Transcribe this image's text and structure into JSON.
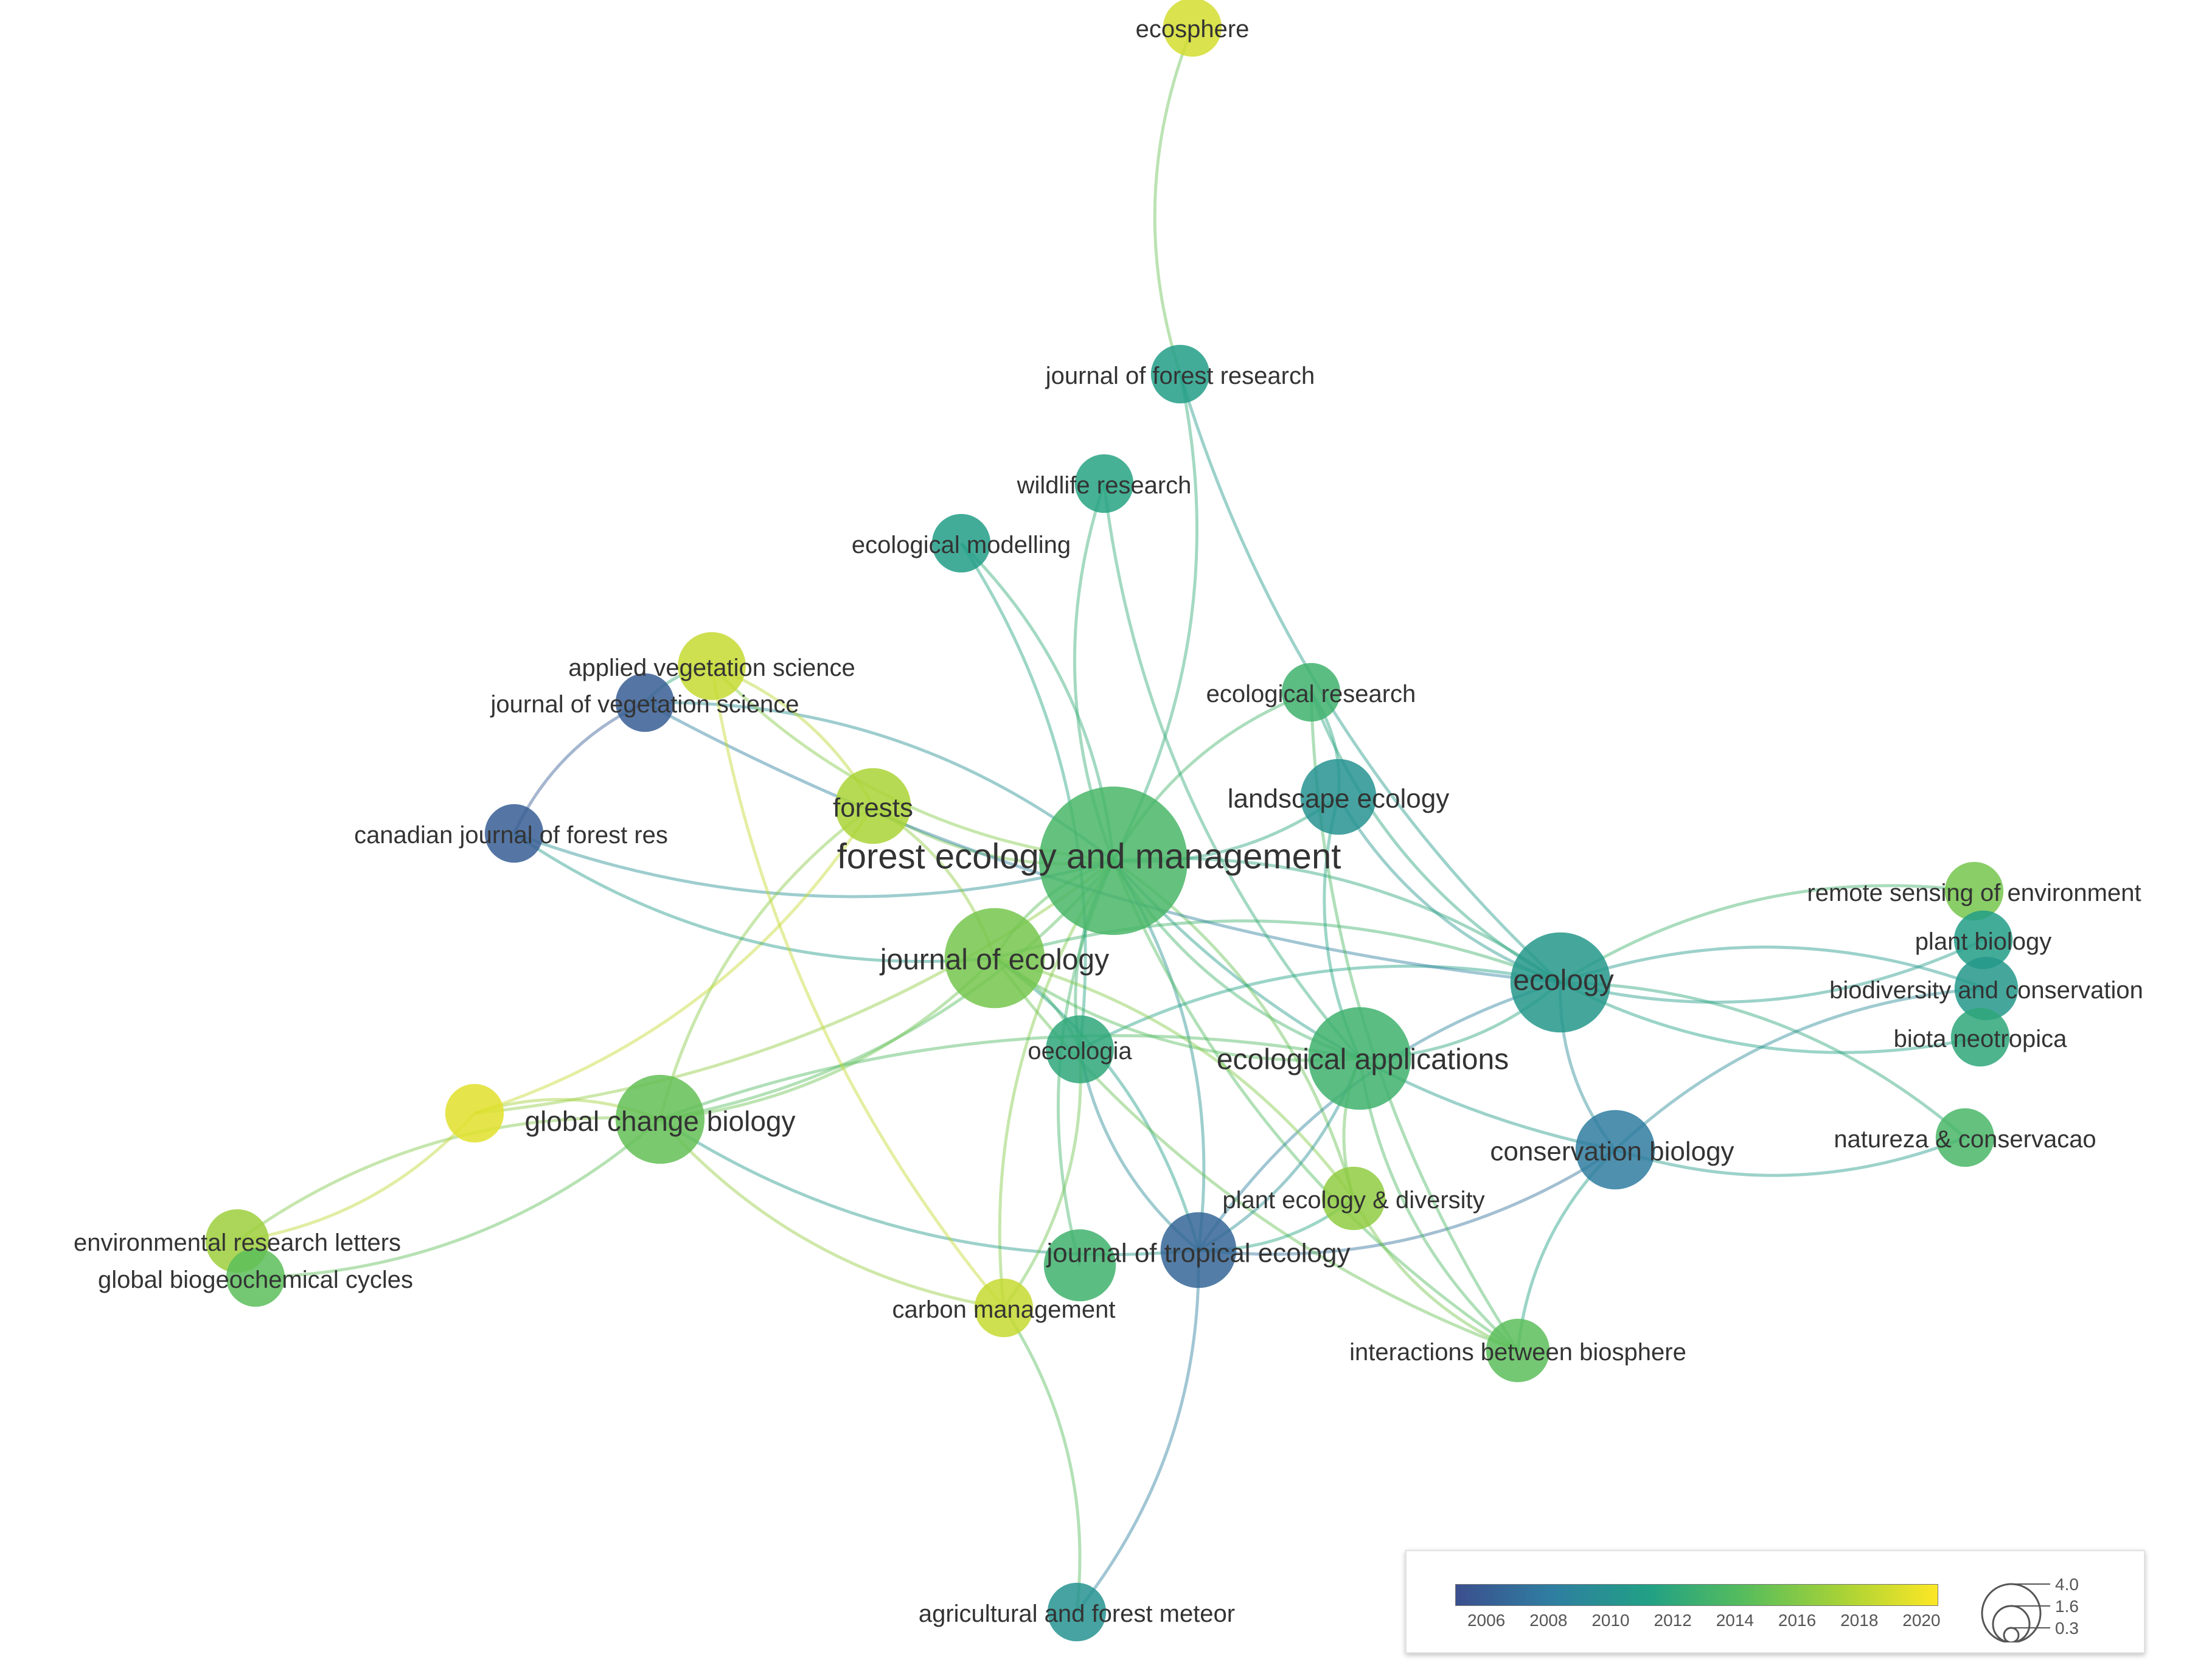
{
  "colors": {
    "scale": [
      "#3b4f8e",
      "#2f7ea1",
      "#21a085",
      "#57bd5c",
      "#a7d237",
      "#fde725"
    ],
    "edge_default": "#8fd3b8",
    "label": "#333333"
  },
  "nodes": [
    {
      "id": "forest-ecology-and-management",
      "label": "forest ecology and management",
      "year": 2013.5,
      "weight": 4.0
    },
    {
      "id": "journal-of-ecology",
      "label": "journal of ecology",
      "year": 2015.5,
      "weight": 1.6
    },
    {
      "id": "ecology",
      "label": "ecology",
      "year": 2010.5,
      "weight": 1.6
    },
    {
      "id": "ecological-applications",
      "label": "ecological applications",
      "year": 2013.0,
      "weight": 1.7
    },
    {
      "id": "global-change-biology",
      "label": "global change biology",
      "year": 2014.8,
      "weight": 1.2
    },
    {
      "id": "conservation-biology",
      "label": "conservation biology",
      "year": 2008.0,
      "weight": 0.9
    },
    {
      "id": "journal-of-tropical-ecology",
      "label": "journal of tropical ecology",
      "year": 2006.5,
      "weight": 0.8
    },
    {
      "id": "landscape-ecology",
      "label": "landscape ecology",
      "year": 2010.0,
      "weight": 0.8
    },
    {
      "id": "forests",
      "label": "forests",
      "year": 2017.5,
      "weight": 0.8
    },
    {
      "id": "oecologia",
      "label": "oecologia",
      "year": 2012.0,
      "weight": 0.6
    },
    {
      "id": "plant-ecology-and-diversity",
      "label": "plant ecology & diversity",
      "year": 2016.5,
      "weight": 0.5
    },
    {
      "id": "interactions-between-biosphere",
      "label": "interactions between biosphere",
      "year": 2014.5,
      "weight": 0.5
    },
    {
      "id": "journal-of-tropical-ecology-2",
      "label": "",
      "year": 2013.0,
      "weight": 0.7
    },
    {
      "id": "carbon-management",
      "label": "carbon management",
      "year": 2018.5,
      "weight": 0.4
    },
    {
      "id": "environmental-research-letters",
      "label": "environmental research letters",
      "year": 2017.0,
      "weight": 0.5
    },
    {
      "id": "global-biogeochemical-cycles",
      "label": "global biogeochemical cycles",
      "year": 2014.5,
      "weight": 0.4
    },
    {
      "id": "env-dot",
      "label": "",
      "year": 2019.5,
      "weight": 0.4
    },
    {
      "id": "canadian-journal-of-forest-res",
      "label": "canadian journal of forest res",
      "year": 2006.0,
      "weight": 0.4
    },
    {
      "id": "journal-of-vegetation-science",
      "label": "journal of vegetation science",
      "year": 2006.0,
      "weight": 0.4
    },
    {
      "id": "applied-vegetation-science",
      "label": "applied vegetation science",
      "year": 2018.5,
      "weight": 0.6
    },
    {
      "id": "ecological-research",
      "label": "ecological research",
      "year": 2013.0,
      "weight": 0.4
    },
    {
      "id": "ecological-modelling",
      "label": "ecological modelling",
      "year": 2011.0,
      "weight": 0.4
    },
    {
      "id": "wildlife-research",
      "label": "wildlife research",
      "year": 2011.5,
      "weight": 0.4
    },
    {
      "id": "journal-of-forest-research",
      "label": "journal of forest research",
      "year": 2011.0,
      "weight": 0.4
    },
    {
      "id": "ecosphere",
      "label": "ecosphere",
      "year": 2019.0,
      "weight": 0.4
    },
    {
      "id": "remote-sensing-of-environment",
      "label": "remote sensing of environment",
      "year": 2015.5,
      "weight": 0.4
    },
    {
      "id": "plant-biology",
      "label": "plant biology",
      "year": 2011.0,
      "weight": 0.4
    },
    {
      "id": "biodiversity-and-conservation",
      "label": "biodiversity and conservation",
      "year": 2010.5,
      "weight": 0.5
    },
    {
      "id": "biota-neotropica",
      "label": "biota neotropica",
      "year": 2012.0,
      "weight": 0.4
    },
    {
      "id": "natureza-and-conservacao",
      "label": "natureza & conservacao",
      "year": 2013.5,
      "weight": 0.4
    },
    {
      "id": "agricultural-and-forest-meteor",
      "label": "agricultural and forest meteor",
      "year": 2010.0,
      "weight": 0.4
    }
  ],
  "edges": [
    [
      "forest-ecology-and-management",
      "journal-of-ecology"
    ],
    [
      "forest-ecology-and-management",
      "ecology"
    ],
    [
      "forest-ecology-and-management",
      "ecological-applications"
    ],
    [
      "forest-ecology-and-management",
      "global-change-biology"
    ],
    [
      "forest-ecology-and-management",
      "conservation-biology"
    ],
    [
      "forest-ecology-and-management",
      "journal-of-tropical-ecology"
    ],
    [
      "forest-ecology-and-management",
      "landscape-ecology"
    ],
    [
      "forest-ecology-and-management",
      "forests"
    ],
    [
      "forest-ecology-and-management",
      "oecologia"
    ],
    [
      "forest-ecology-and-management",
      "plant-ecology-and-diversity"
    ],
    [
      "forest-ecology-and-management",
      "interactions-between-biosphere"
    ],
    [
      "forest-ecology-and-management",
      "ecological-research"
    ],
    [
      "forest-ecology-and-management",
      "ecological-modelling"
    ],
    [
      "forest-ecology-and-management",
      "wildlife-research"
    ],
    [
      "forest-ecology-and-management",
      "journal-of-forest-research"
    ],
    [
      "forest-ecology-and-management",
      "canadian-journal-of-forest-res"
    ],
    [
      "forest-ecology-and-management",
      "journal-of-vegetation-science"
    ],
    [
      "forest-ecology-and-management",
      "applied-vegetation-science"
    ],
    [
      "forest-ecology-and-management",
      "carbon-management"
    ],
    [
      "forest-ecology-and-management",
      "env-dot"
    ],
    [
      "forest-ecology-and-management",
      "journal-of-tropical-ecology-2"
    ],
    [
      "journal-of-forest-research",
      "ecosphere"
    ],
    [
      "journal-of-forest-research",
      "ecology"
    ],
    [
      "ecology",
      "remote-sensing-of-environment"
    ],
    [
      "ecology",
      "plant-biology"
    ],
    [
      "ecology",
      "biodiversity-and-conservation"
    ],
    [
      "ecology",
      "biota-neotropica"
    ],
    [
      "ecology",
      "natureza-and-conservacao"
    ],
    [
      "ecology",
      "conservation-biology"
    ],
    [
      "ecology",
      "landscape-ecology"
    ],
    [
      "ecology",
      "journal-of-ecology"
    ],
    [
      "ecology",
      "ecological-applications"
    ],
    [
      "ecology",
      "journal-of-tropical-ecology"
    ],
    [
      "ecology",
      "ecological-research"
    ],
    [
      "ecology",
      "oecologia"
    ],
    [
      "conservation-biology",
      "biodiversity-and-conservation"
    ],
    [
      "conservation-biology",
      "natureza-and-conservacao"
    ],
    [
      "conservation-biology",
      "journal-of-tropical-ecology"
    ],
    [
      "conservation-biology",
      "interactions-between-biosphere"
    ],
    [
      "journal-of-ecology",
      "global-change-biology"
    ],
    [
      "journal-of-ecology",
      "forests"
    ],
    [
      "journal-of-ecology",
      "oecologia"
    ],
    [
      "journal-of-ecology",
      "ecological-applications"
    ],
    [
      "journal-of-ecology",
      "journal-of-tropical-ecology"
    ],
    [
      "journal-of-ecology",
      "interactions-between-biosphere"
    ],
    [
      "journal-of-ecology",
      "plant-ecology-and-diversity"
    ],
    [
      "global-change-biology",
      "environmental-research-letters"
    ],
    [
      "global-change-biology",
      "global-biogeochemical-cycles"
    ],
    [
      "global-change-biology",
      "env-dot"
    ],
    [
      "global-change-biology",
      "ecological-applications"
    ],
    [
      "global-change-biology",
      "journal-of-tropical-ecology"
    ],
    [
      "global-change-biology",
      "forests"
    ],
    [
      "global-change-biology",
      "carbon-management"
    ],
    [
      "env-dot",
      "environmental-research-letters"
    ],
    [
      "env-dot",
      "forests"
    ],
    [
      "canadian-journal-of-forest-res",
      "journal-of-vegetation-science"
    ],
    [
      "canadian-journal-of-forest-res",
      "journal-of-ecology"
    ],
    [
      "journal-of-vegetation-science",
      "applied-vegetation-science"
    ],
    [
      "journal-of-vegetation-science",
      "ecology"
    ],
    [
      "applied-vegetation-science",
      "forests"
    ],
    [
      "applied-vegetation-science",
      "carbon-management"
    ],
    [
      "journal-of-tropical-ecology",
      "agricultural-and-forest-meteor"
    ],
    [
      "journal-of-tropical-ecology",
      "ecological-applications"
    ],
    [
      "journal-of-tropical-ecology",
      "oecologia"
    ],
    [
      "journal-of-tropical-ecology",
      "plant-ecology-and-diversity"
    ],
    [
      "carbon-management",
      "agricultural-and-forest-meteor"
    ],
    [
      "ecological-applications",
      "interactions-between-biosphere"
    ],
    [
      "ecological-applications",
      "landscape-ecology"
    ],
    [
      "ecological-applications",
      "plant-ecology-and-diversity"
    ],
    [
      "ecological-research",
      "landscape-ecology"
    ],
    [
      "ecological-research",
      "interactions-between-biosphere"
    ],
    [
      "ecological-modelling",
      "oecologia"
    ],
    [
      "wildlife-research",
      "ecological-applications"
    ],
    [
      "oecologia",
      "carbon-management"
    ],
    [
      "plant-ecology-and-diversity",
      "interactions-between-biosphere"
    ]
  ],
  "legend": {
    "color_ticks": [
      "2006",
      "2008",
      "2010",
      "2012",
      "2014",
      "2016",
      "2018",
      "2020"
    ],
    "year_min": 2005,
    "year_max": 2020.5,
    "size_labels": [
      "4.0",
      "1.6",
      "0.3"
    ]
  }
}
